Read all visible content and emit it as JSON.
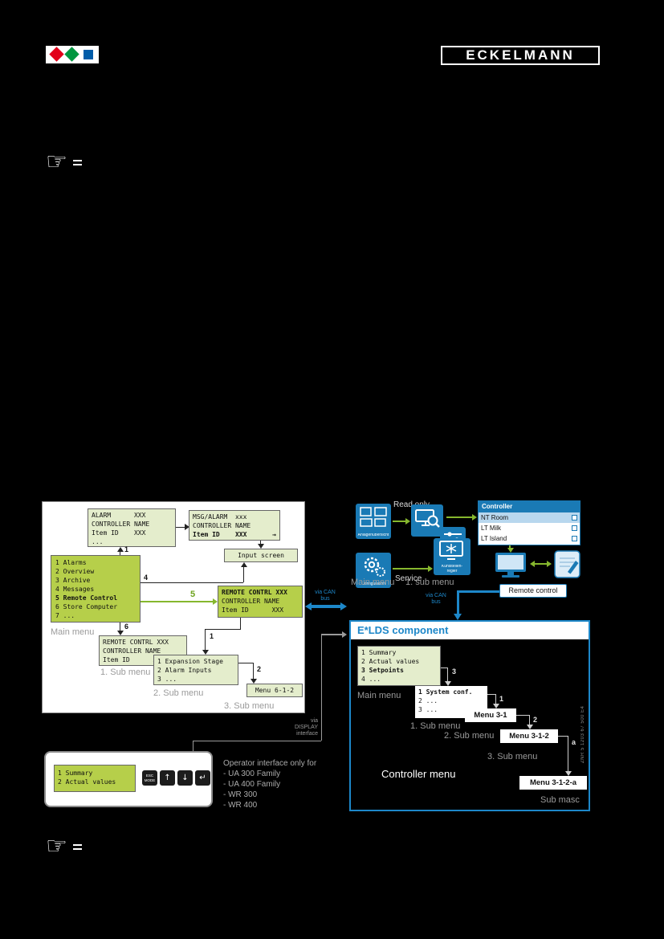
{
  "colors": {
    "accent_blue": "#1d87c9",
    "icon_blue": "#1a7ab5",
    "bright_green": "#b6cf4a",
    "pale_green": "#e4edcc",
    "arrow_green": "#86b72e",
    "label_gray": "#9a9a9a",
    "logo_red": "#e2001a",
    "logo_green": "#00963f",
    "logo_blue": "#005ca9"
  },
  "brand": {
    "name": "ECKELMANN"
  },
  "note_icon_glyph": "☞",
  "terminal": {
    "alarm_screen": {
      "l1": "ALARM      XXX",
      "l2": "CONTROLLER NAME",
      "l3": "Item ID    XXX",
      "l4": "..."
    },
    "msg_screen": {
      "l1": "MSG/ALARM  xxx",
      "l2": "CONTROLLER NAME",
      "l3": "Item ID    XXX",
      "arrow": "→"
    },
    "input_screen_label": "Input screen",
    "menu": {
      "i1": "1 Alarms",
      "i2": "2 Overview",
      "i3": "3 Archive",
      "i4": "4 Messages",
      "i5": "5 Remote Control",
      "i6": "6 Store Computer",
      "i7": "7 ..."
    },
    "main_menu_label": "Main menu",
    "remote_screen": {
      "l1": "REMOTE CONTRL XXX",
      "l2": "CONTROLLER NAME",
      "l3": "Item ID      XXX"
    },
    "sub1_screen": {
      "l1": "REMOTE CONTRL XXX",
      "l2": "CONTROLLER NAME",
      "l3": "Item ID      XXX"
    },
    "sub1_label": "1. Sub menu",
    "sub2_screen": {
      "l1": "1 Expansion Stage",
      "l2": "2 Alarm Inputs",
      "l3": "3 ..."
    },
    "sub2_label": "2. Sub menu",
    "menu_6_1_2_label": "Menu 6-1-2",
    "sub3_label": "3. Sub menu",
    "steps": {
      "alarm": "1",
      "input": "4",
      "remote": "5",
      "sub1": "6",
      "sub2": "1",
      "menu612": "2"
    }
  },
  "pc": {
    "read_only_label": "Read only",
    "service_label": "Service",
    "overview_icon_label": "Anlagenübersicht",
    "config_icon_label": "Configuration",
    "cooling_icon_label1": "Kühlstellen-",
    "cooling_icon_label2": "regler",
    "controller_window": {
      "title": "Controller",
      "row1": "NT Room",
      "row2": "LT Milk",
      "row3": "LT Island"
    },
    "remote_control_label": "Remote control",
    "main_menu_label": "Main menu",
    "sub_menu_label": "1. sub menu",
    "via_can_bus_left": "via CAN bus",
    "via_can_bus_right": "via CAN bus"
  },
  "elds": {
    "title": "E*LDS component",
    "menu": {
      "l1": "1 Summary",
      "l2": "2 Actual values",
      "l3": "3 Setpoints",
      "l4": "4 ..."
    },
    "main_menu_label": "Main menu",
    "sys_screen": {
      "l1": "1 System conf.",
      "l2": "2 ...",
      "l3": "3 ..."
    },
    "sub1_label": "1. Sub menu",
    "menu_3_1": "Menu 3-1",
    "sub2_label": "2. Sub menu",
    "menu_3_1_2": "Menu 3-1-2",
    "sub3_label": "3. Sub menu",
    "menu_3_1_2_a": "Menu 3-1-2-a",
    "controller_menu_label": "Controller menu",
    "sub_masc_label": "Sub masc",
    "znr_text": "ZNR 5 1203 67 500 E4",
    "steps": {
      "s3": "3",
      "s1": "1",
      "s2": "2",
      "sa": "a"
    }
  },
  "device": {
    "screen": {
      "l1": "1 Summary",
      "l2": "2 Actual values"
    },
    "buttons": {
      "esc_top": "ESC",
      "esc_bottom": "MODE",
      "up": "↑",
      "down": "↓",
      "enter": "↵"
    }
  },
  "operator_note": {
    "title": "Operator interface only for",
    "i1": "- UA 300 Family",
    "i2": "- UA 400 Family",
    "i3": "- WR 300",
    "i4": "- WR 400"
  },
  "display_interface": {
    "l1": "via",
    "l2": "DISPLAY",
    "l3": "interface"
  }
}
